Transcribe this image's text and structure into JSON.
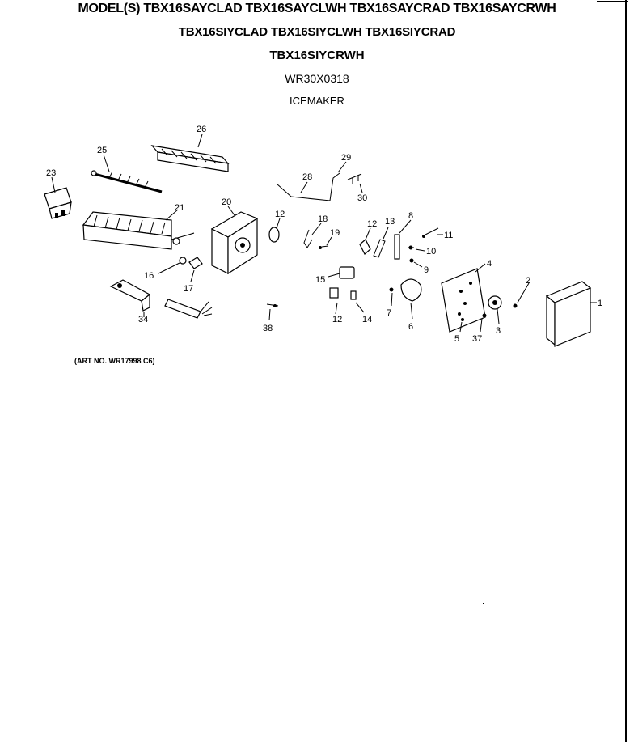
{
  "header": {
    "model_line_1": "MODEL(S) TBX16SAYCLAD TBX16SAYCLWH TBX16SAYCRAD TBX16SAYCRWH",
    "model_line_2": "TBX16SIYCLAD TBX16SIYCLWH TBX16SIYCRAD",
    "model_line_3": "TBX16SIYCRWH",
    "part_number": "WR30X0318",
    "section_title": "ICEMAKER"
  },
  "art_number": "(ART NO. WR17998 C6)",
  "callouts": {
    "c26": "26",
    "c25": "25",
    "c23": "23",
    "c21": "21",
    "c20": "20",
    "c28": "28",
    "c29": "29",
    "c30": "30",
    "c12a": "12",
    "c18": "18",
    "c19": "19",
    "c12b": "12",
    "c13": "13",
    "c8": "8",
    "c11": "11",
    "c10": "10",
    "c9": "9",
    "c4": "4",
    "c2": "2",
    "c1": "1",
    "c16": "16",
    "c17": "17",
    "c15": "15",
    "c34": "34",
    "c38": "38",
    "c12c": "12",
    "c14": "14",
    "c7": "7",
    "c6": "6",
    "c5": "5",
    "c37": "37",
    "c3": "3"
  }
}
